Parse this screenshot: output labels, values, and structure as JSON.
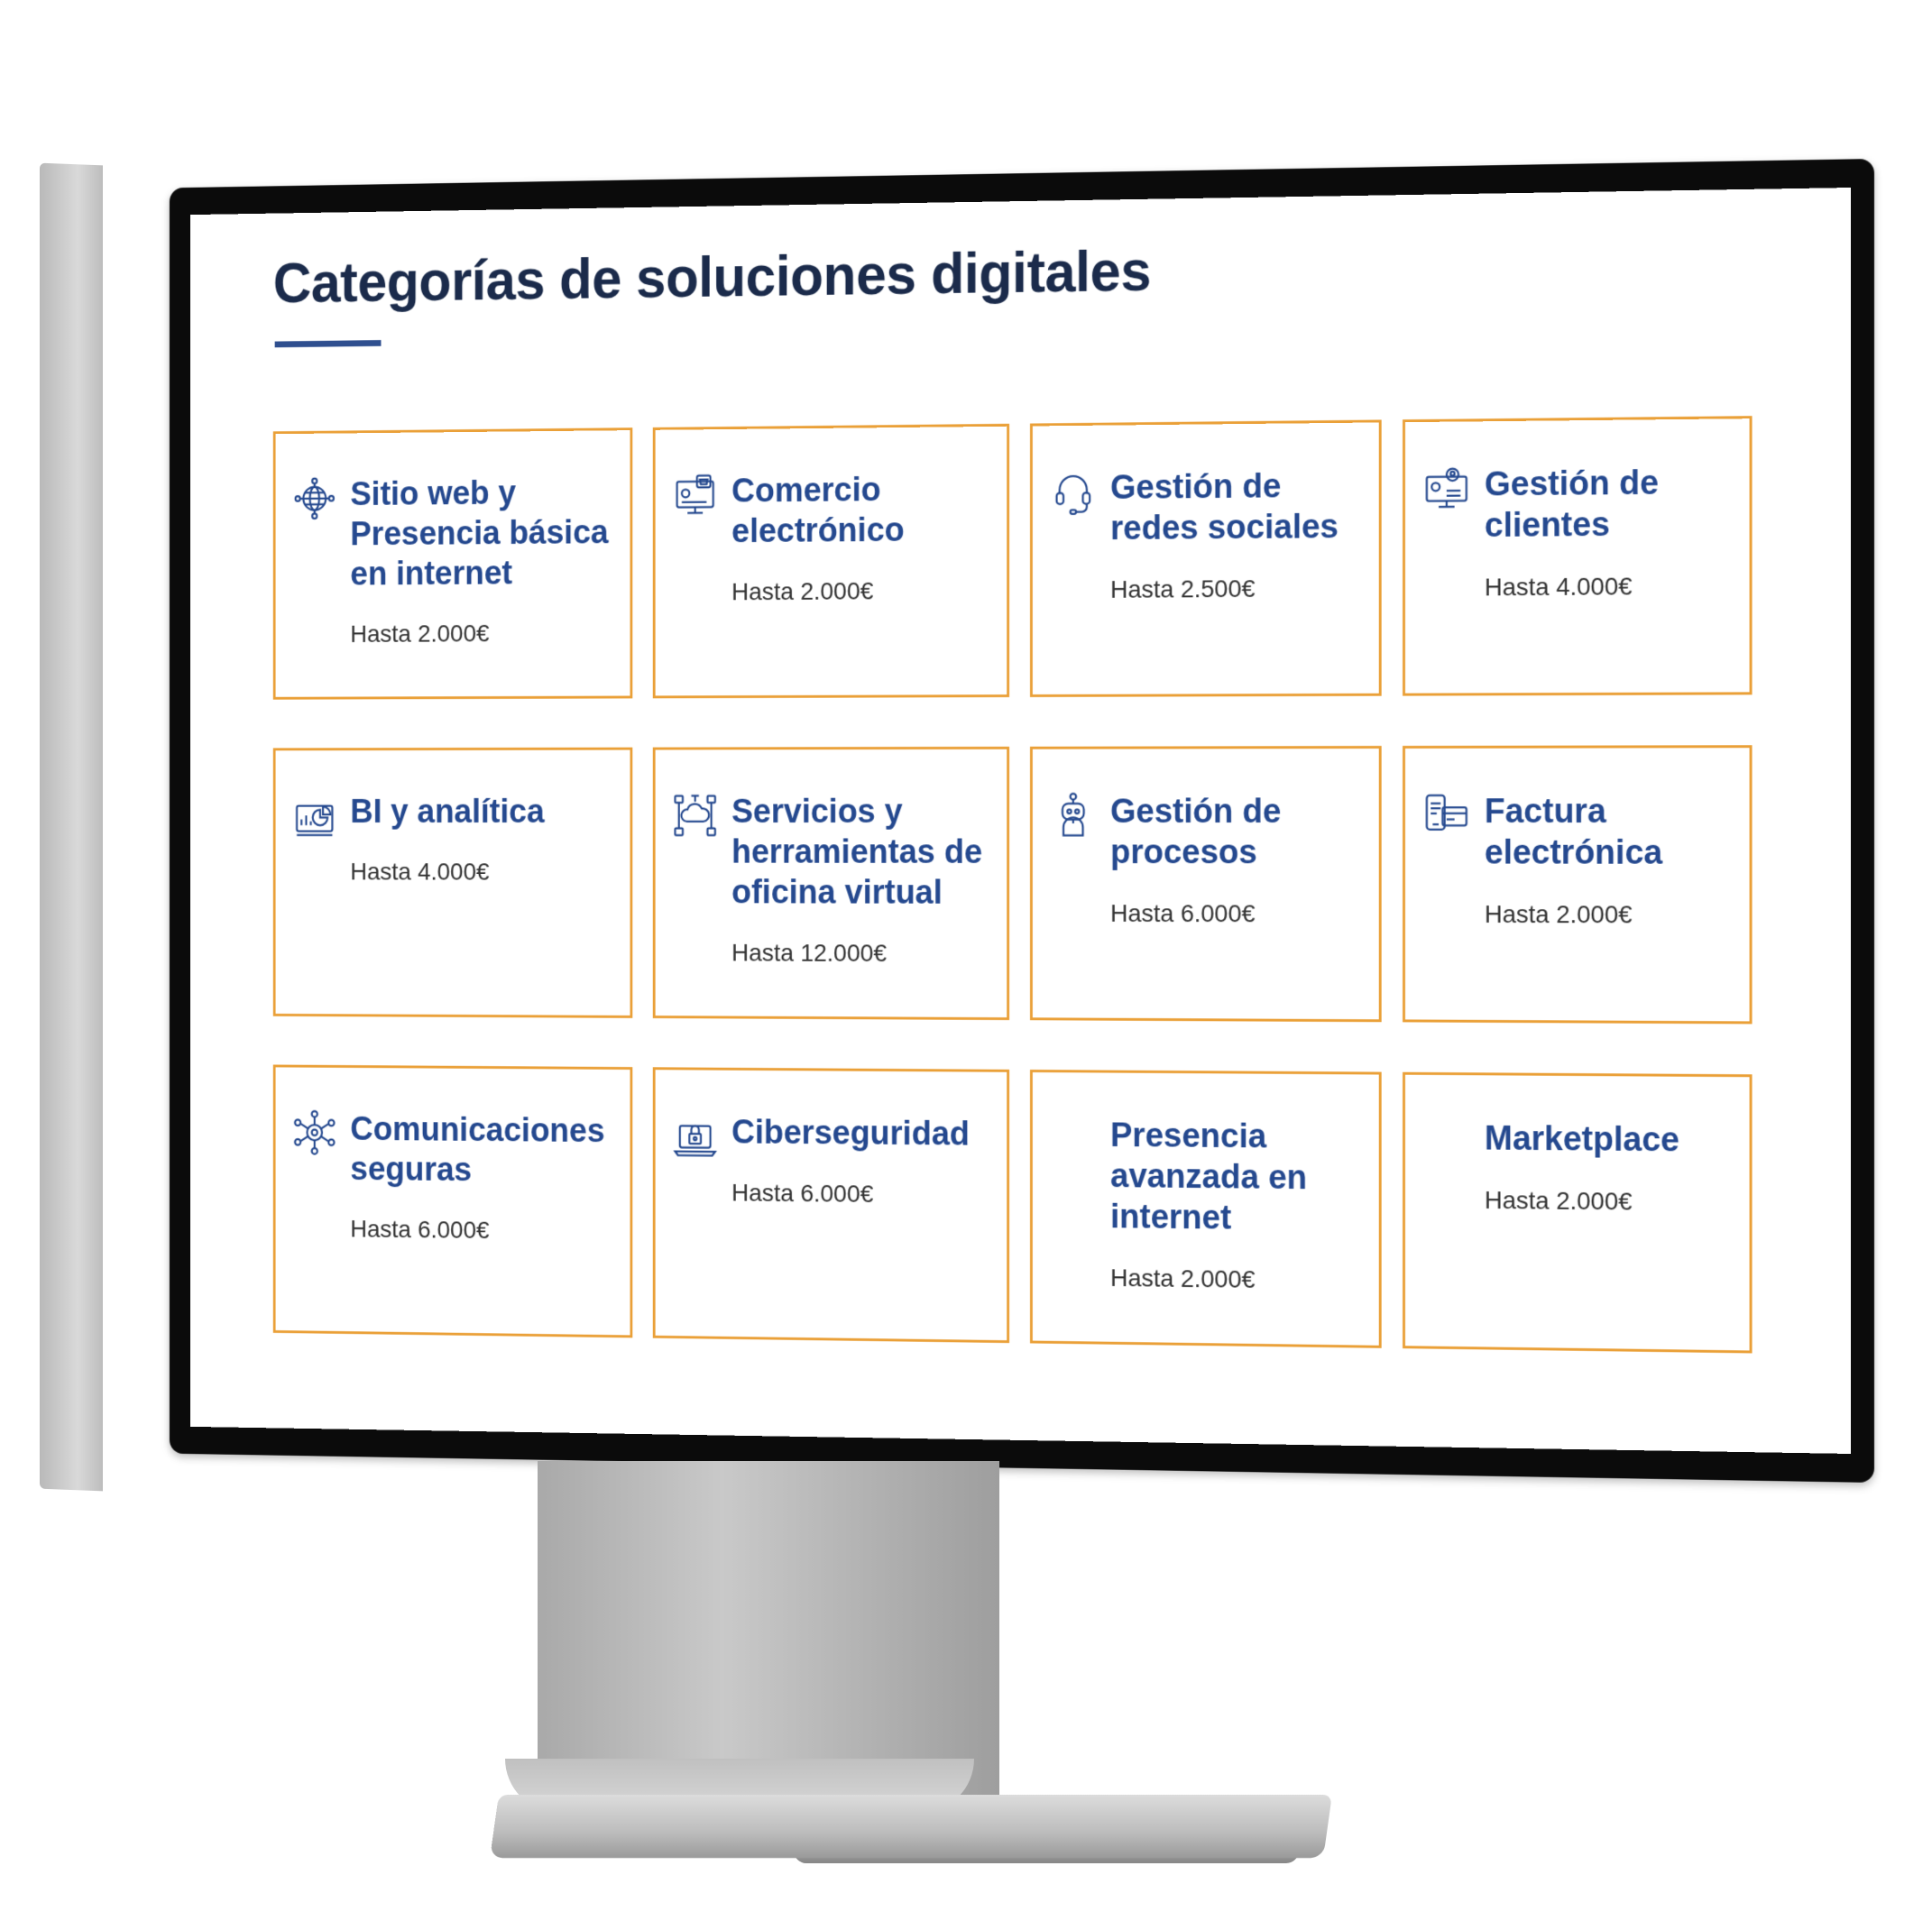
{
  "page": {
    "title": "Categorías de soluciones digitales"
  },
  "categories": [
    {
      "title": "Sitio web y Presencia básica en internet",
      "price": "Hasta 2.000€",
      "icon": "globe-icon"
    },
    {
      "title": "Comercio electrónico",
      "price": "Hasta 2.000€",
      "icon": "ecommerce-monitor-icon"
    },
    {
      "title": "Gestión de redes sociales",
      "price": "Hasta 2.500€",
      "icon": "headset-icon"
    },
    {
      "title": "Gestión de clientes",
      "price": "Hasta 4.000€",
      "icon": "customer-monitor-icon"
    },
    {
      "title": "BI y analítica",
      "price": "Hasta 4.000€",
      "icon": "analytics-chart-icon"
    },
    {
      "title": "Servicios y herramientas de oficina virtual",
      "price": "Hasta 12.000€",
      "icon": "cloud-network-icon"
    },
    {
      "title": "Gestión de procesos",
      "price": "Hasta 6.000€",
      "icon": "robot-icon"
    },
    {
      "title": "Factura electrónica",
      "price": "Hasta 2.000€",
      "icon": "invoice-phone-icon"
    },
    {
      "title": "Comunicaciones seguras",
      "price": "Hasta 6.000€",
      "icon": "secure-network-icon"
    },
    {
      "title": "Ciberseguridad",
      "price": "Hasta 6.000€",
      "icon": "laptop-lock-icon"
    },
    {
      "title": "Presencia avanzada en internet",
      "price": "Hasta 2.000€",
      "icon": ""
    },
    {
      "title": "Marketplace",
      "price": "Hasta 2.000€",
      "icon": ""
    }
  ],
  "colors": {
    "title": "#1b2b4b",
    "card_title": "#25498f",
    "card_border": "#eaa038",
    "accent_underline": "#2f4f8f"
  }
}
